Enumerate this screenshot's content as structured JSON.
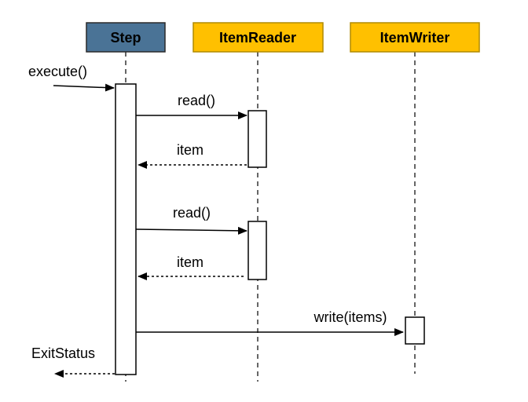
{
  "participants": [
    {
      "id": "step",
      "label": "Step",
      "fill": "#4a7396",
      "stroke": "#2a2a2a"
    },
    {
      "id": "reader",
      "label": "ItemReader",
      "fill": "#ffc000",
      "stroke": "#b08a00"
    },
    {
      "id": "writer",
      "label": "ItemWriter",
      "fill": "#ffc000",
      "stroke": "#b08a00"
    }
  ],
  "messages": {
    "execute": {
      "label": "execute()",
      "style": "solid"
    },
    "read1": {
      "label": "read()",
      "style": "solid"
    },
    "item1": {
      "label": "item",
      "style": "dashed"
    },
    "read2": {
      "label": "read()",
      "style": "solid"
    },
    "item2": {
      "label": "item",
      "style": "dashed"
    },
    "write": {
      "label": "write(items)",
      "style": "solid"
    },
    "exit": {
      "label": "ExitStatus",
      "style": "dashed"
    }
  }
}
